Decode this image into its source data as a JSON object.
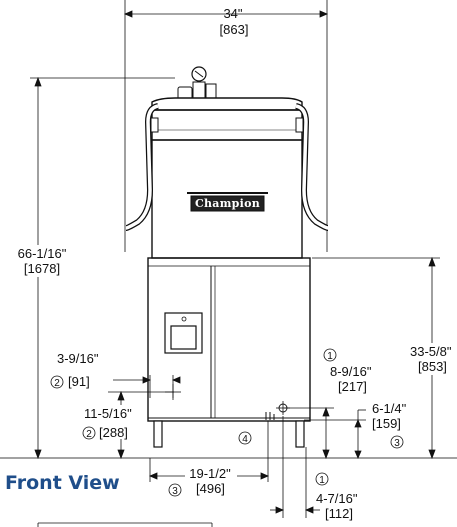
{
  "title": "Front View",
  "brand_logo_text": "Champion",
  "dimensions": {
    "overall_width": {
      "imperial": "34\"",
      "metric": "[863]"
    },
    "overall_height": {
      "imperial": "66-1/16\"",
      "metric": "[1678]"
    },
    "base_height": {
      "imperial": "33-5/8\"",
      "metric": "[853]"
    },
    "left_offset": {
      "imperial": "3-9/16\"",
      "metric": "[91]",
      "callout": "2"
    },
    "left_height": {
      "imperial": "11-5/16\"",
      "metric": "[288]",
      "callout": "2"
    },
    "right_height": {
      "imperial": "8-9/16\"",
      "metric": "[217]",
      "callout": "1"
    },
    "right_low_height": {
      "imperial": "6-1/4\"",
      "metric": "[159]",
      "callout": "3"
    },
    "bottom_width": {
      "imperial": "19-1/2\"",
      "metric": "[496]",
      "callout": "3"
    },
    "bottom_right_width": {
      "imperial": "4-7/16\"",
      "metric": "[112]",
      "callout": "1"
    }
  },
  "part_callout": "4",
  "colors": {
    "line": "#111111",
    "title": "#1f4e8a",
    "logo_bg": "#222222"
  }
}
